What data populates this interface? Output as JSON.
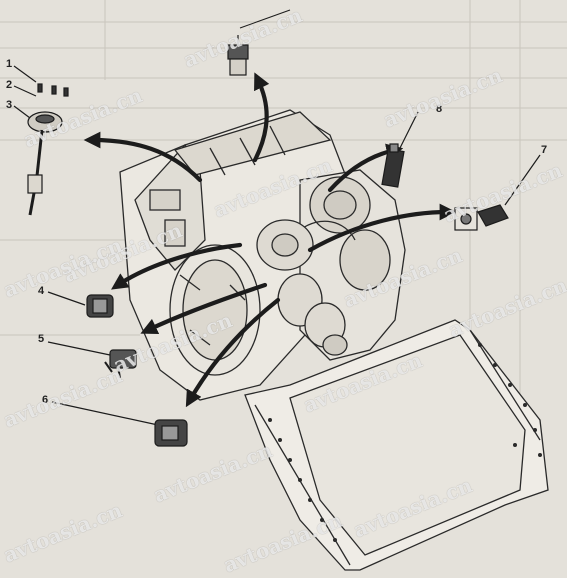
{
  "callouts": {
    "c1": "1",
    "c2": "2",
    "c3": "3",
    "c4": "4",
    "c5": "5",
    "c6": "6",
    "c7": "7",
    "c8": "8"
  },
  "watermark": "avtoasia.cn",
  "colors": {
    "paper": "#e4e1da",
    "ink": "#2a2a2a",
    "arrow": "#1c1c1c"
  }
}
